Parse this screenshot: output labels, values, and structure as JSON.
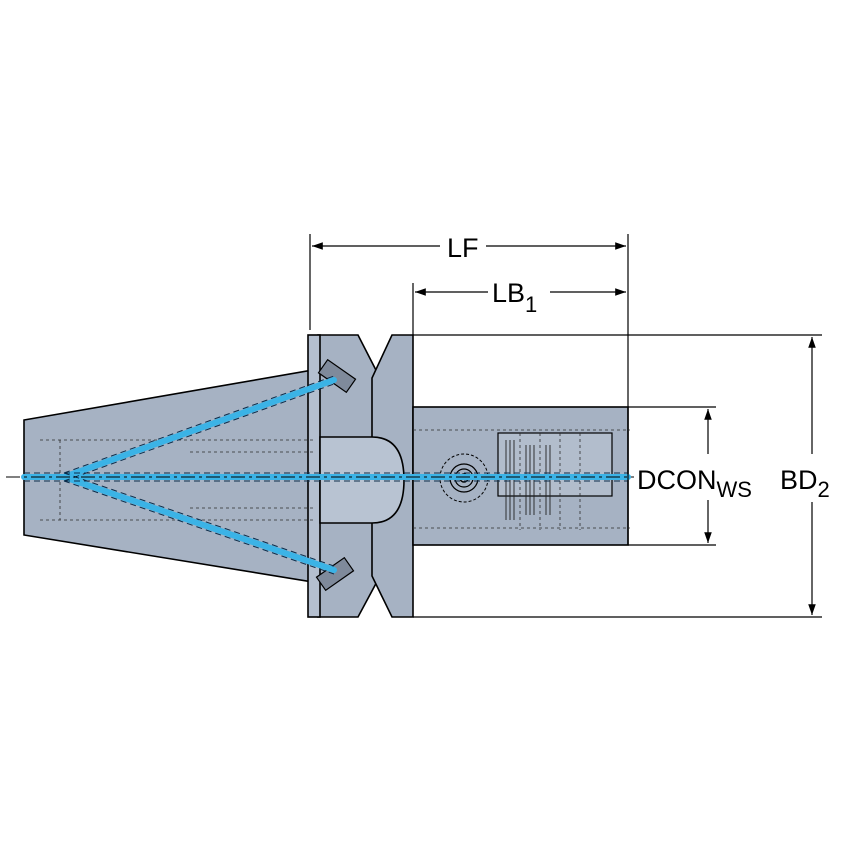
{
  "colors": {
    "body": "#a6b2c3",
    "body_dark": "#8e9bae",
    "outline": "#000000",
    "coolant": "#3bb3e6",
    "dimension": "#000000"
  },
  "dimensions": {
    "lf": {
      "main": "LF",
      "sub": ""
    },
    "lb1": {
      "main": "LB",
      "sub": "1"
    },
    "dconws": {
      "main": "DCON",
      "sub": "WS"
    },
    "bd2": {
      "main": "BD",
      "sub": "2"
    }
  }
}
